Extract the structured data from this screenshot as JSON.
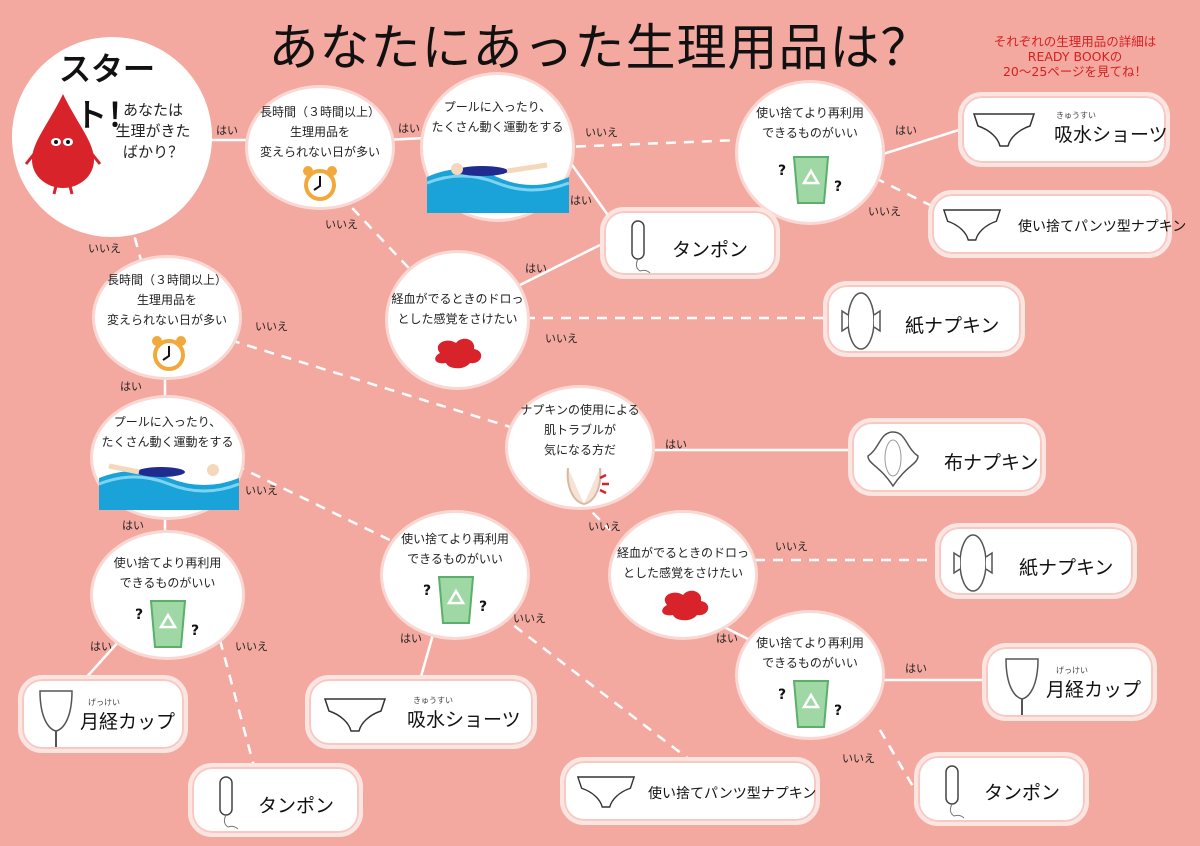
{
  "title": "あなたにあった生理用品は？",
  "note": {
    "lines": [
      "それぞれの生理用品の詳細は",
      "READY BOOKの",
      "20〜25ページを見てね！"
    ]
  },
  "start": {
    "label": "スタート！",
    "question": [
      "あなたは",
      "生理がきた",
      "ばかり？"
    ]
  },
  "questions": {
    "q_long_top": [
      "長時間（３時間以上）",
      "生理用品を",
      "変えられない日が多い"
    ],
    "q_pool_top": [
      "プールに入ったり、",
      "たくさん動く運動をする"
    ],
    "q_reuse_top": [
      "使い捨てより再利用",
      "できるものがいい"
    ],
    "q_sticky_top": [
      "経血がでるときのドロっ",
      "とした感覚をさけたい"
    ],
    "q_long_left": [
      "長時間（３時間以上）",
      "生理用品を",
      "変えられない日が多い"
    ],
    "q_pool_left": [
      "プールに入ったり、",
      "たくさん動く運動をする"
    ],
    "q_skin": [
      "ナプキンの使用による",
      "肌トラブルが",
      "気になる方だ"
    ],
    "q_reuse_left": [
      "使い捨てより再利用",
      "できるものがいい"
    ],
    "q_reuse_mid": [
      "使い捨てより再利用",
      "できるものがいい"
    ],
    "q_sticky_right": [
      "経血がでるときのドロっ",
      "とした感覚をさけたい"
    ],
    "q_reuse_right": [
      "使い捨てより再利用",
      "できるものがいい"
    ]
  },
  "results": {
    "r_shorts_top": {
      "label": "吸水ショーツ",
      "ruby": "きゅうすい"
    },
    "r_pantsnap_top": {
      "label": "使い捨てパンツ型ナプキン"
    },
    "r_tampon_mid": {
      "label": "タンポン"
    },
    "r_paper_top": {
      "label": "紙ナプキン"
    },
    "r_cloth": {
      "label": "布ナプキン"
    },
    "r_paper_mid": {
      "label": "紙ナプキン"
    },
    "r_cup_right": {
      "label": "月経カップ",
      "ruby": "げっけい"
    },
    "r_tampon_right": {
      "label": "タンポン"
    },
    "r_cup_left": {
      "label": "月経カップ",
      "ruby": "げっけい"
    },
    "r_shorts_bottom": {
      "label": "吸水ショーツ",
      "ruby": "きゅうすい"
    },
    "r_pantsnap_bottom": {
      "label": "使い捨てパンツ型ナプキン"
    },
    "r_tampon_left": {
      "label": "タンポン"
    }
  },
  "answers": {
    "yes": "はい",
    "no": "いいえ"
  },
  "icons": [
    "blood-drop-icon",
    "alarm-clock-icon",
    "swimmer-icon",
    "recycle-bin-icon",
    "blood-splat-icon",
    "skin-irritation-icon",
    "shorts-icon",
    "tampon-icon",
    "pad-icon",
    "cloth-pad-icon",
    "menstrual-cup-icon"
  ],
  "colors": {
    "background": "#f4a9a0",
    "note_red": "#d61f1f",
    "blood": "#d9232a",
    "recycle_green": "#9fd8a4",
    "clock_orange": "#f2a93b",
    "water_blue": "#1aa3d9"
  }
}
